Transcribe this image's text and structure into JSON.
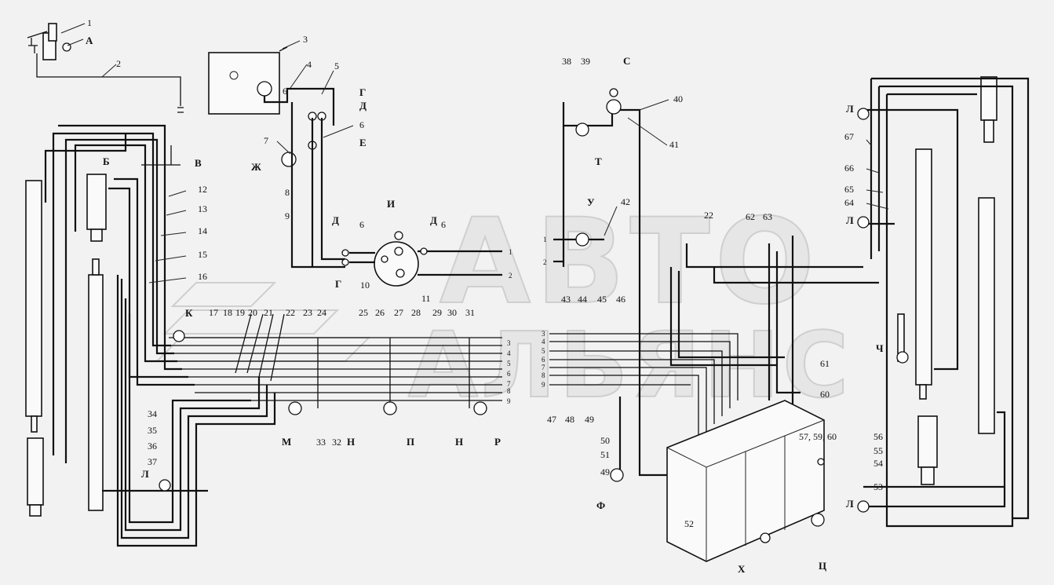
{
  "watermark": {
    "line1": "АВТО",
    "line2": "АЛЬЯНС"
  },
  "letters": [
    "А",
    "Б",
    "В",
    "Г",
    "Д",
    "Е",
    "Ж",
    "И",
    "Д",
    "Г",
    "Д",
    "К",
    "М",
    "Н",
    "П",
    "Н",
    "Р",
    "С",
    "Т",
    "У",
    "Ф",
    "Х",
    "Ц",
    "Ч",
    "Л",
    "Л",
    "Л",
    "Л"
  ],
  "numbers": [
    "1",
    "2",
    "3",
    "4",
    "5",
    "6",
    "7",
    "8",
    "9",
    "10",
    "11",
    "12",
    "13",
    "14",
    "15",
    "16",
    "17",
    "18",
    "19",
    "20",
    "21",
    "22",
    "23",
    "24",
    "25",
    "26",
    "27",
    "28",
    "29",
    "30",
    "31",
    "32",
    "33",
    "34",
    "35",
    "36",
    "37",
    "38",
    "39",
    "40",
    "41",
    "42",
    "43",
    "44",
    "45",
    "46",
    "47",
    "48",
    "49",
    "50",
    "51",
    "52",
    "53",
    "54",
    "55",
    "56",
    "57, 59, 60",
    "60",
    "61",
    "62",
    "63",
    "64",
    "65",
    "66",
    "67",
    "6",
    "6",
    "6",
    "22",
    "49"
  ],
  "terminals": [
    "1",
    "2",
    "1",
    "2",
    "3",
    "4",
    "5",
    "6",
    "7",
    "8",
    "9",
    "3",
    "4",
    "5",
    "6",
    "7",
    "8",
    "9"
  ]
}
